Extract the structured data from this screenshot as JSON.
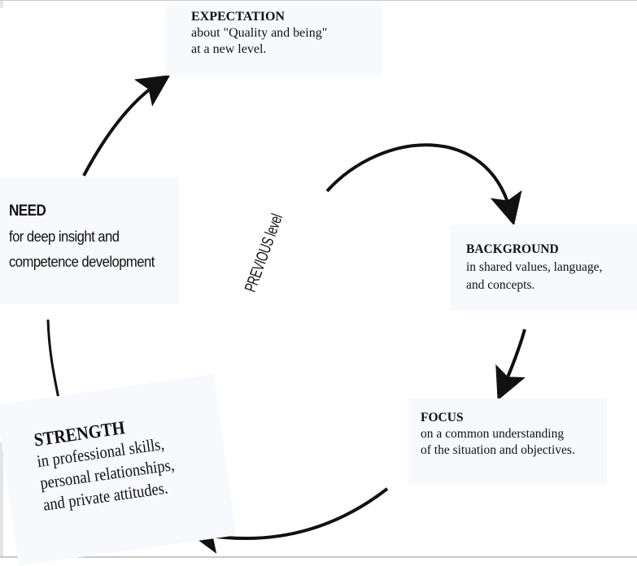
{
  "diagram": {
    "type": "cycle",
    "direction": "clockwise",
    "center_label": "PREVIOUS level",
    "colors": {
      "box_background": "#f8f9fd",
      "arrow": "#111111",
      "text": "#111111"
    },
    "stages": [
      {
        "id": "expectation",
        "title": "EXPECTATION",
        "lines": [
          "about \"Quality and being\"",
          "at a new level."
        ]
      },
      {
        "id": "background",
        "title": "BACKGROUND",
        "lines": [
          "in shared values, language,",
          "and concepts."
        ]
      },
      {
        "id": "focus",
        "title": "FOCUS",
        "lines": [
          "on a common understanding",
          "of the situation and objectives."
        ]
      },
      {
        "id": "strength",
        "title": "STRENGTH",
        "lines": [
          "in professional skills,",
          "personal relationships,",
          "and private attitudes."
        ]
      },
      {
        "id": "need",
        "title": "NEED",
        "lines": [
          "for deep insight and",
          "competence development"
        ]
      }
    ],
    "arrows": [
      {
        "from": "previous-level",
        "to": "background"
      },
      {
        "from": "background",
        "to": "focus"
      },
      {
        "from": "focus",
        "to": "strength"
      },
      {
        "from": "strength",
        "to": "need"
      },
      {
        "from": "need",
        "to": "expectation"
      }
    ]
  }
}
